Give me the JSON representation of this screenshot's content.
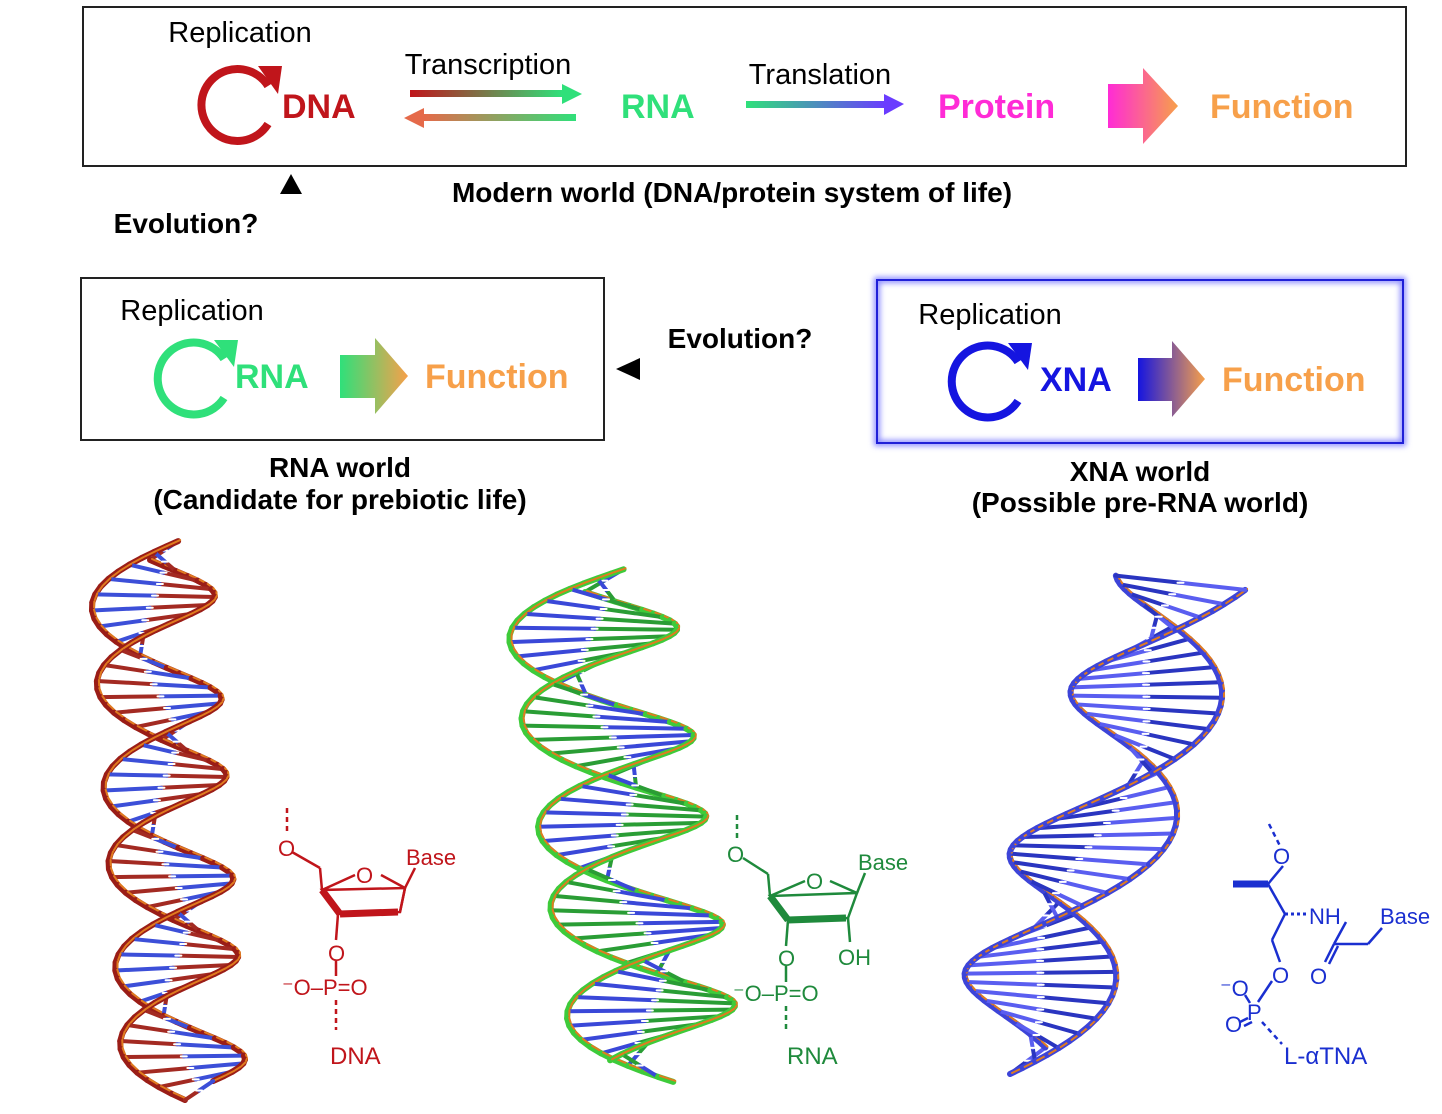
{
  "modern": {
    "replication": "Replication",
    "dna": "DNA",
    "transcription": "Transcription",
    "rna": "RNA",
    "translation": "Translation",
    "protein": "Protein",
    "function": "Function",
    "caption": "Modern world (DNA/protein system of life)"
  },
  "evolution_up": "Evolution?",
  "evolution_left": "Evolution?",
  "rna_world": {
    "replication": "Replication",
    "rna": "RNA",
    "function": "Function",
    "caption_line1": "RNA world",
    "caption_line2": "(Candidate for prebiotic life)"
  },
  "xna_world": {
    "replication": "Replication",
    "xna": "XNA",
    "function": "Function",
    "caption_line1": "XNA world",
    "caption_line2": "(Possible pre-RNA world)"
  },
  "dna_structure": {
    "base": "Base",
    "phosphate_o": "O",
    "phosphate": "⁻O–P=O",
    "label": "DNA"
  },
  "rna_structure": {
    "base": "Base",
    "oh": "OH",
    "phosphate_o": "O",
    "phosphate": "⁻O–P=O",
    "label": "RNA"
  },
  "tna_structure": {
    "o_top": "O",
    "nh": "NH",
    "base": "Base",
    "o_carbonyl": "O",
    "o_ester": "O",
    "o_minus": "⁻O",
    "p": "P",
    "o_double": "O",
    "label": "L-αTNA"
  },
  "colors": {
    "dna": "#c0151b",
    "rna": "#2fe07a",
    "protein": "#ff2bd6",
    "function": "#f7a04a",
    "xna": "#1515e0",
    "rna_dark": "#1f8a3c",
    "tna": "#1a2fd0",
    "frame": "#000000"
  }
}
